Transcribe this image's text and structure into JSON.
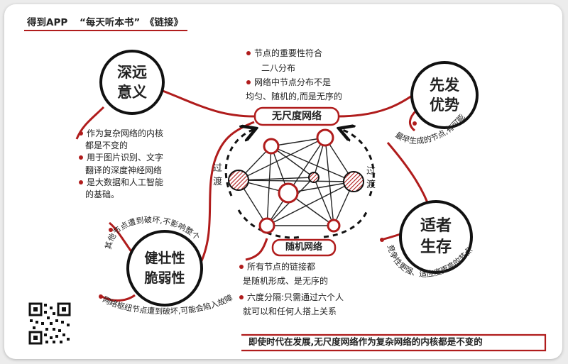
{
  "header": {
    "brand": "得到APP",
    "book": "“每天听本书”",
    "bracket": "《链接》"
  },
  "nodes": {
    "deep": "深远\n意义",
    "first": "先发\n优势",
    "fit": "适者\n生存",
    "fragile": "健壮性\n脆弱性"
  },
  "center": {
    "scalefree_label": "无尺度网络",
    "random_label": "随机网络",
    "transition_left": "过渡",
    "transition_right": "过渡"
  },
  "notes": {
    "top": [
      "节点的重要性符合",
      "二八分布",
      "网络中节点分布不是",
      "均匀、随机的,而是无序的"
    ],
    "deep": [
      "作为复杂网络的内核",
      "都是不变的",
      "用于图片识别、文字",
      "翻译的深度神经网络",
      "是大数据和人工智能",
      "的基础。"
    ],
    "first": "最早生成的节点,有可能成为枢纽节点",
    "fit": "竞争性更强、适应度更高的节点会成为枢",
    "fragile_top": "其他节点遭到破坏,不影响整个网络的结构",
    "fragile_bottom": "网络枢纽节点遭到破坏,可能会陷入故障,甚至崩塌;",
    "random": [
      "所有节点的链接都",
      "是随机形成、是无序的",
      "六度分隔:只需通过六个人",
      "就可以和任何人搭上关系"
    ],
    "footer": "即使时代在发展,无尺度网络作为复杂网络的内核都是不变的"
  },
  "icons": {
    "qr": "qr-code-icon"
  },
  "colors": {
    "accent": "#b01c1c",
    "ink": "#222222"
  }
}
